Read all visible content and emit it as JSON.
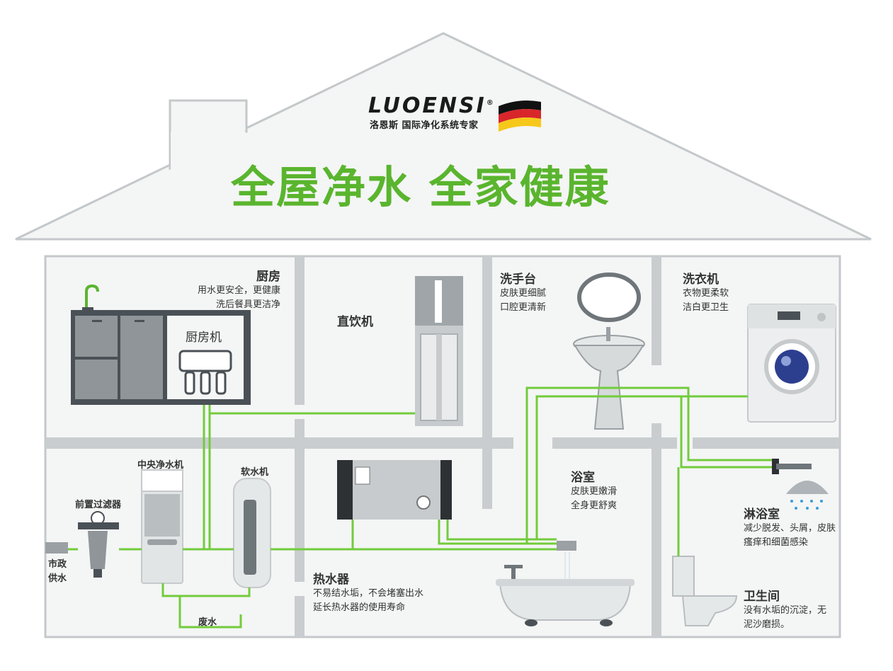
{
  "brand": {
    "logo_text": "LUOENSI",
    "registered_mark": "®",
    "tagline": "洛恩斯 国际净化系统专家",
    "flag_colors": [
      "#111111",
      "#d8262b",
      "#f6c81a"
    ]
  },
  "headline": "全屋净水 全家健康",
  "colors": {
    "pipe": "#72cc3c",
    "headline": "#5ab52e",
    "wall": "#c4c8ca",
    "house_fill": "#f4f5f5"
  },
  "rooms": {
    "kitchen": {
      "title": "厨房",
      "lines": [
        "用水更安全，更健康",
        "洗后餐具更洁净"
      ],
      "device_label": "厨房机"
    },
    "drinking": {
      "title": "直饮机"
    },
    "washbasin": {
      "title": "洗手台",
      "lines": [
        "皮肤更细腻",
        "口腔更清新"
      ]
    },
    "laundry": {
      "title": "洗衣机",
      "lines": [
        "衣物更柔软",
        "洁白更卫生"
      ]
    },
    "bathroom": {
      "title": "浴室",
      "lines": [
        "皮肤更嫩滑",
        "全身更舒爽"
      ]
    },
    "shower": {
      "title": "淋浴室",
      "lines": [
        "减少脱发、头屑，皮肤",
        "瘙痒和细菌感染"
      ]
    },
    "toilet": {
      "title": "卫生间",
      "lines": [
        "没有水垢的沉淀，无",
        "泥沙磨损。"
      ]
    },
    "heater": {
      "title": "热水器",
      "lines": [
        "不易结水垢，不会堵塞出水",
        "延长热水器的使用寿命"
      ]
    }
  },
  "devices": {
    "central_purifier": "中央净水机",
    "softener": "软水机",
    "prefilter": "前置过滤器",
    "municipal": "市政\n供水",
    "waste": "废水"
  }
}
